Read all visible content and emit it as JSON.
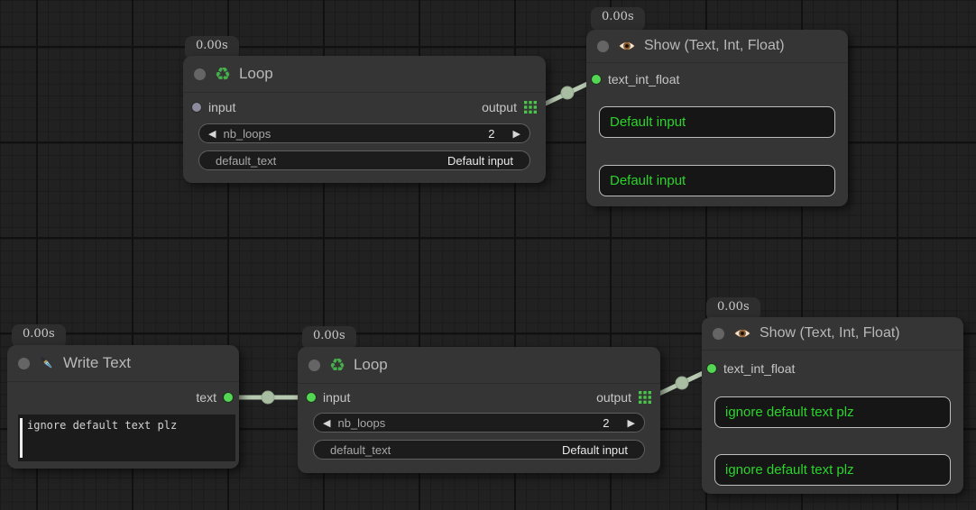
{
  "colors": {
    "link": "#b7c9b1",
    "connected_slot_green": "#54d654",
    "unconnected_slot_gray": "#8b8b9d",
    "display_text_green": "#2bd42b",
    "output_grid_green": "#4bc44b",
    "node_background": "#353535",
    "canvas_background": "#212121"
  },
  "icons": {
    "arrow_left": "◀",
    "arrow_right": "▶",
    "recycle": "♻"
  },
  "nodes": {
    "loop_top": {
      "badge": "0.00s",
      "title": "Loop",
      "input_label": "input",
      "output_label": "output",
      "nb_loops_label": "nb_loops",
      "nb_loops_value": "2",
      "default_text_label": "default_text",
      "default_text_value": "Default input"
    },
    "show_top": {
      "badge": "0.00s",
      "title": "Show (Text, Int, Float)",
      "slot_label": "text_int_float",
      "display1": "Default input",
      "display2": "Default input"
    },
    "write_text": {
      "badge": "0.00s",
      "title": "Write Text",
      "output_label": "text",
      "text_value": "ignore default text plz"
    },
    "loop_bottom": {
      "badge": "0.00s",
      "title": "Loop",
      "input_label": "input",
      "output_label": "output",
      "nb_loops_label": "nb_loops",
      "nb_loops_value": "2",
      "default_text_label": "default_text",
      "default_text_value": "Default input"
    },
    "show_bottom": {
      "badge": "0.00s",
      "title": "Show (Text, Int, Float)",
      "slot_label": "text_int_float",
      "display1": "ignore default text plz",
      "display2": "ignore default text plz"
    }
  }
}
